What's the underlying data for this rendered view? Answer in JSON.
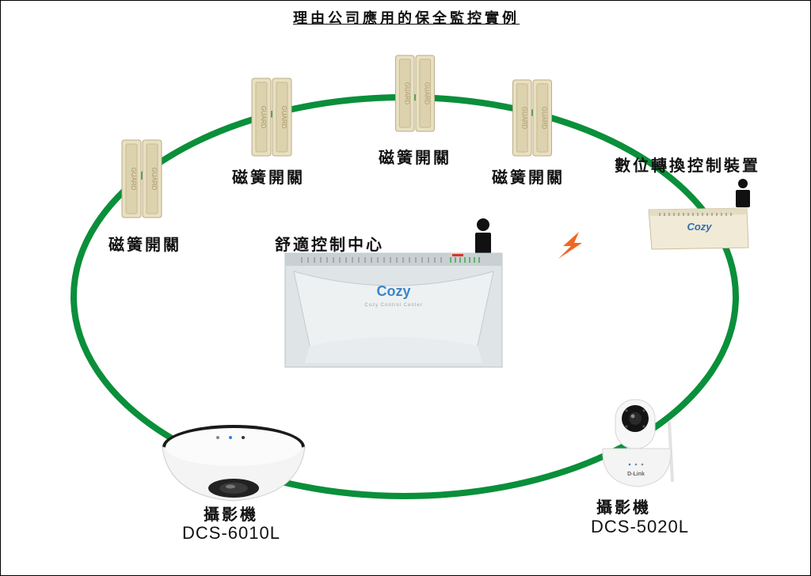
{
  "title": "理由公司應用的保全監控實例",
  "ring_color": "#0a8f3a",
  "devices": {
    "reed_switch_label": "磁簧開關",
    "reed_switch_marking": "GUARD",
    "converter_label": "數位轉換控制裝置",
    "converter_logo": "Cozy",
    "hub_label": "舒適控制中心",
    "hub_logo": "Cozy",
    "hub_subtitle": "Cozy Control Center",
    "camera_label": "攝影機",
    "camera1_model": "DCS-6010L",
    "camera2_model": "DCS-5020L",
    "camera2_brand": "D-Link"
  },
  "icons": [
    "person-icon",
    "lightning-icon"
  ]
}
